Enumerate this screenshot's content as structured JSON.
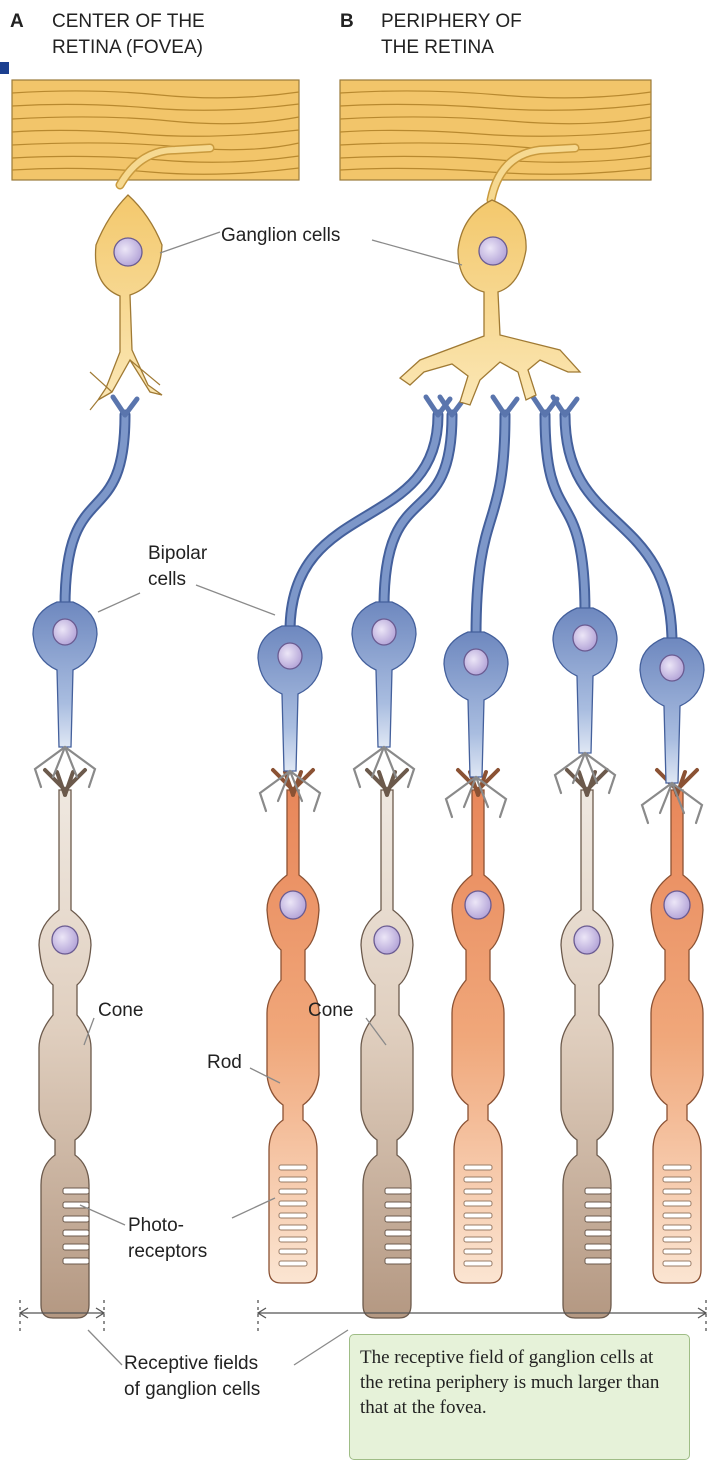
{
  "panels": {
    "a": {
      "letter": "A",
      "title_line1": "CENTER OF THE",
      "title_line2": "RETINA (FOVEA)"
    },
    "b": {
      "letter": "B",
      "title_line1": "PERIPHERY OF",
      "title_line2": "THE RETINA"
    }
  },
  "labels": {
    "ganglion": "Ganglion cells",
    "bipolar_line1": "Bipolar",
    "bipolar_line2": "cells",
    "cone": "Cone",
    "rod": "Rod",
    "photo_line1": "Photo-",
    "photo_line2": "receptors",
    "receptive_line1": "Receptive fields",
    "receptive_line2": "of ganglion cells"
  },
  "note": "The receptive field of ganglion cells at the retina periphery is much larger than that at the fovea.",
  "colors": {
    "nerve_fibers": "#f2c56a",
    "ganglion": "#f6d991",
    "bipolar": "#7d97c9",
    "rod": "#ec9a6a",
    "cone": "#cbb8a5",
    "nucleus": "#cfc3e6",
    "note_bg": "#e6f2d9"
  }
}
